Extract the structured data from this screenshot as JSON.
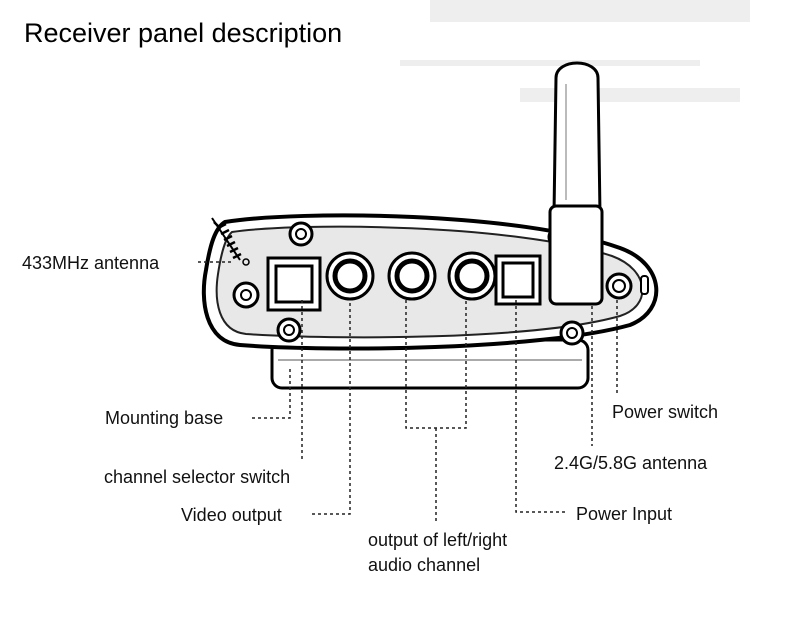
{
  "title": "Receiver panel description",
  "labels": {
    "antenna_433": "433MHz antenna",
    "mounting_base": "Mounting base",
    "channel_selector": "channel selector switch",
    "video_output": "Video output",
    "audio_output_line1": "output of left/right",
    "audio_output_line2": "audio channel",
    "power_switch": "Power switch",
    "antenna_24_58": "2.4G/5.8G antenna",
    "power_input": "Power Input"
  }
}
